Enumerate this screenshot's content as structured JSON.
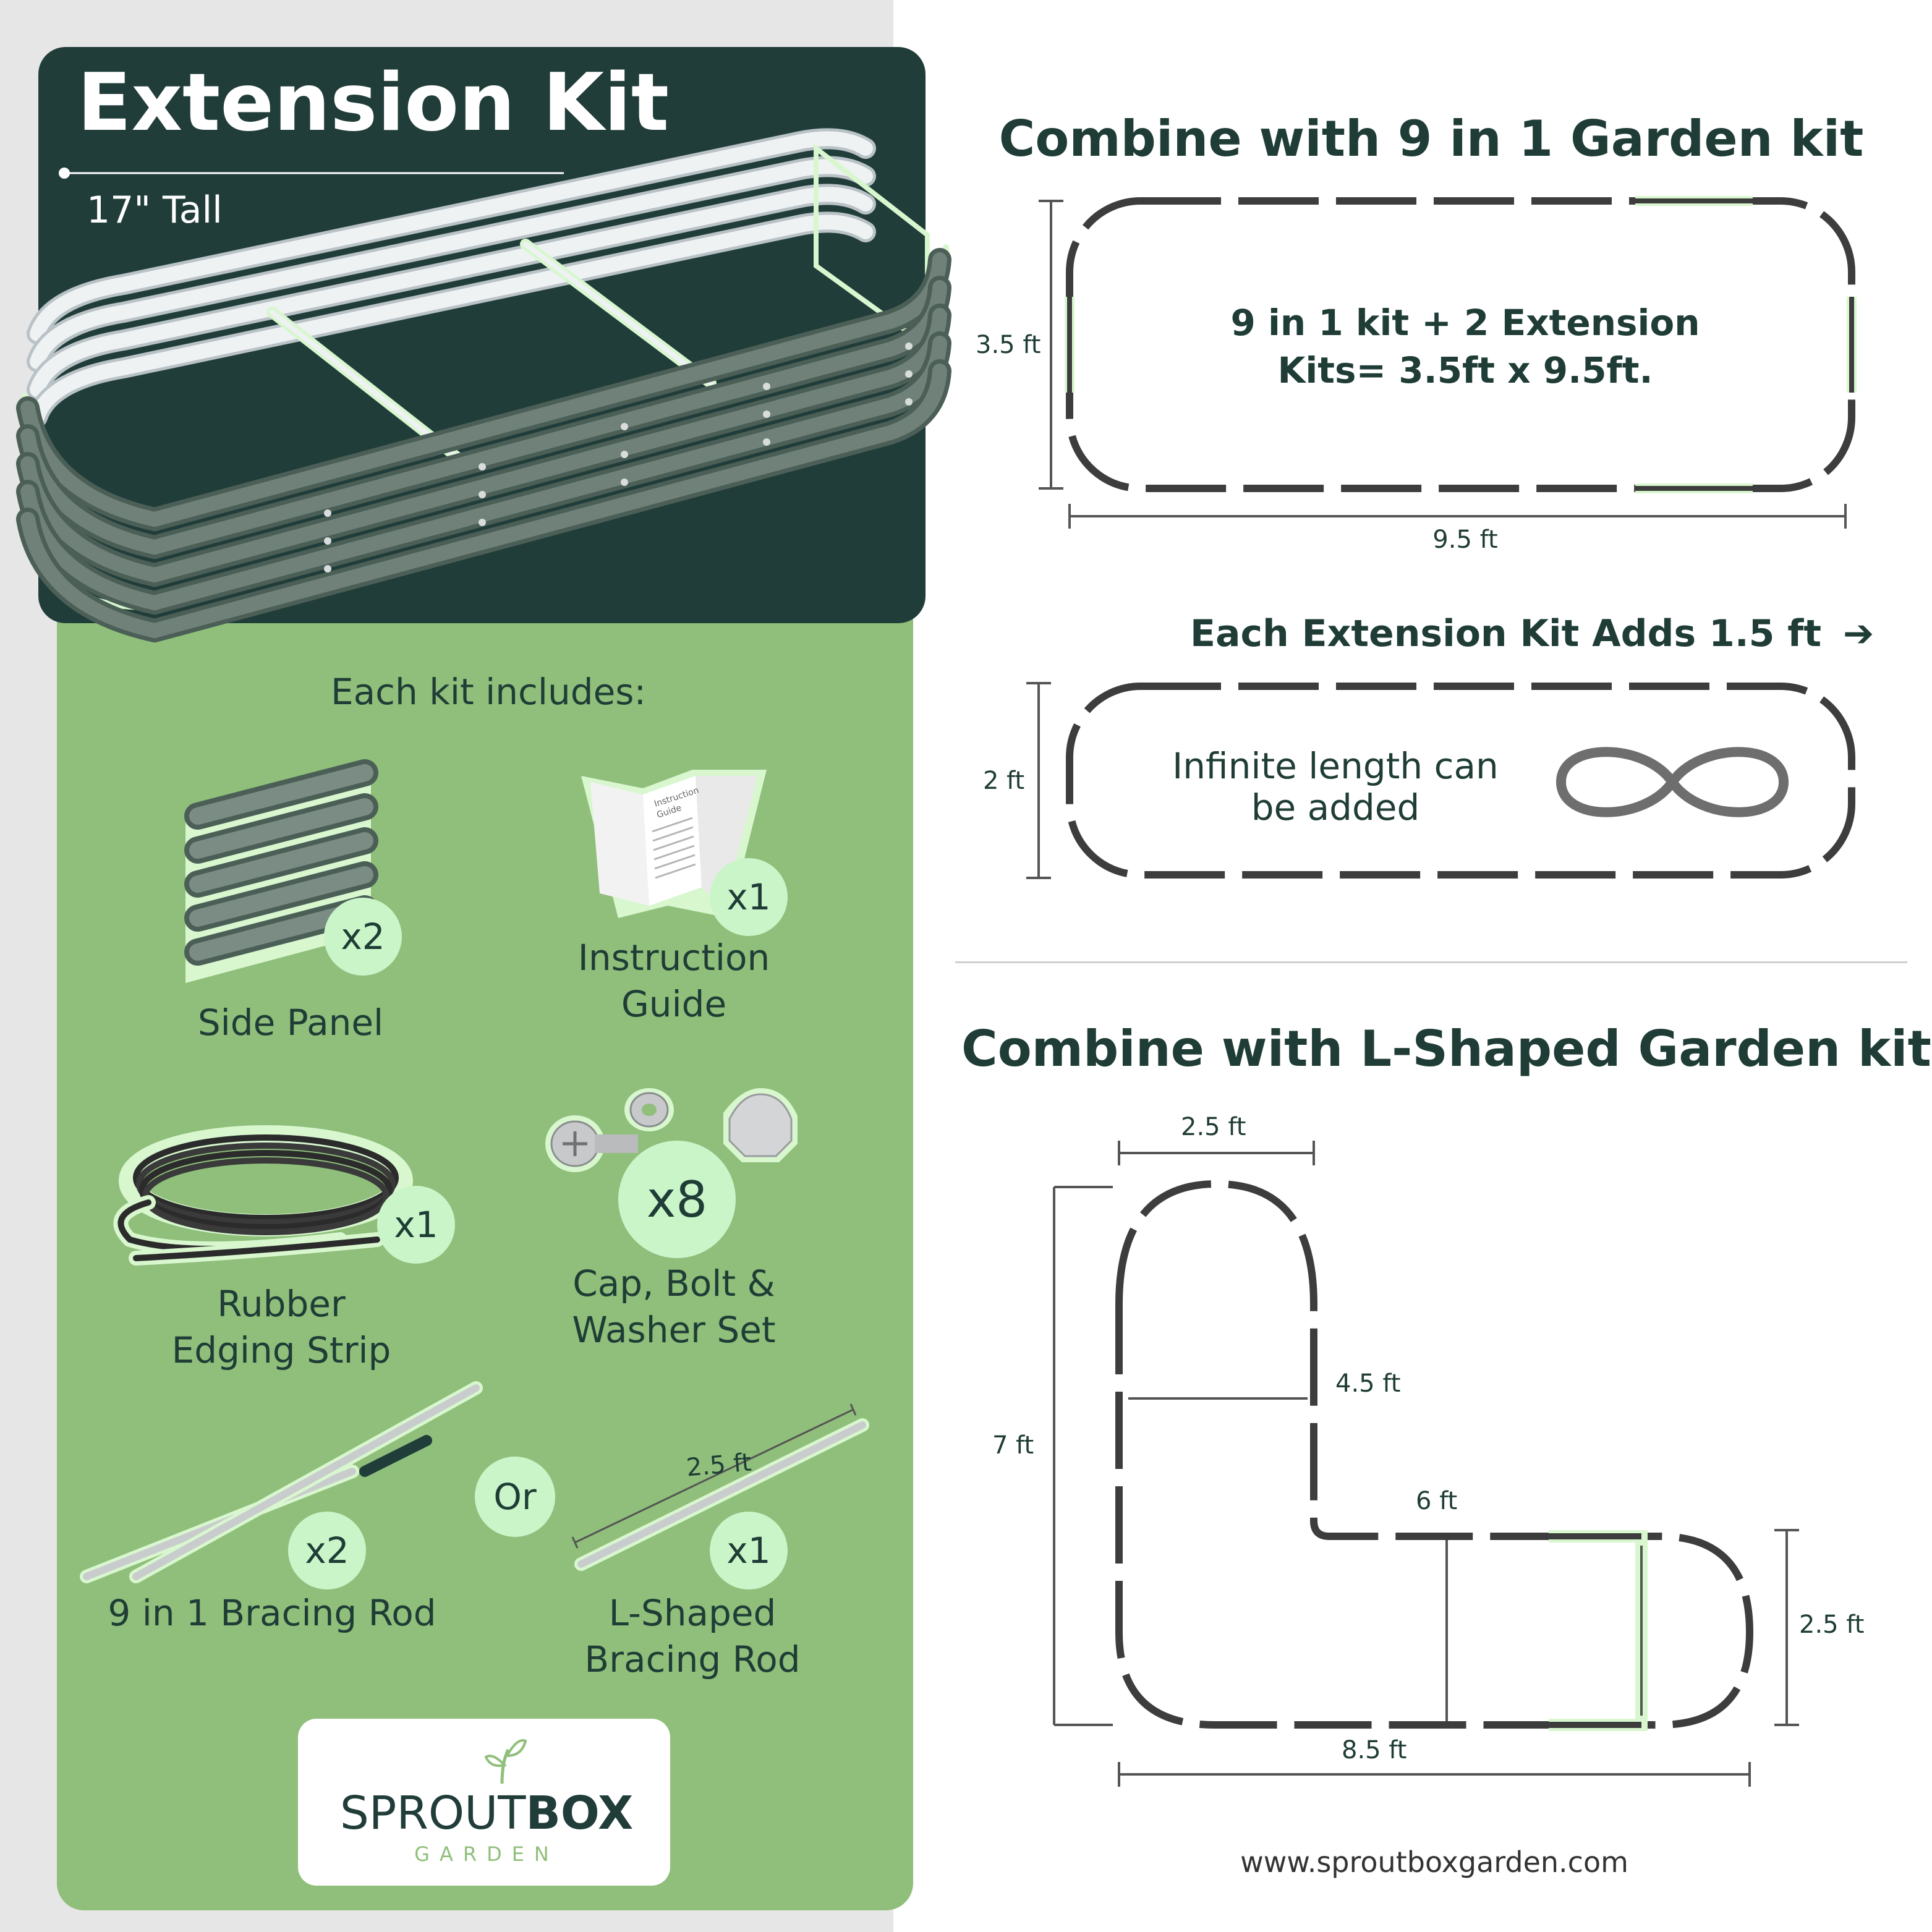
{
  "header": {
    "title": "Extension Kit",
    "subtitle": "17\" Tall"
  },
  "kit": {
    "includes_label": "Each kit includes:",
    "items": [
      {
        "label_line1": "Side Panel",
        "label_line2": "",
        "qty": "x2"
      },
      {
        "label_line1": "Instruction",
        "label_line2": "Guide",
        "qty": "x1",
        "booklet_text_line1": "Instruction",
        "booklet_text_line2": "Guide"
      },
      {
        "label_line1": "Rubber",
        "label_line2": "Edging Strip",
        "qty": "x1"
      },
      {
        "label_line1": "Cap, Bolt &",
        "label_line2": "Washer Set",
        "qty": "x8"
      },
      {
        "label_line1": "9 in 1 Bracing Rod",
        "label_line2": "",
        "qty": "x2"
      },
      {
        "label_line1": "L-Shaped",
        "label_line2": "Bracing Rod",
        "qty": "x1",
        "dimension": "2.5 ft"
      }
    ],
    "or_label": "Or"
  },
  "logo": {
    "wordmark_light": "SPROUT",
    "wordmark_bold": "BOX",
    "tagline": "GARDEN"
  },
  "section1": {
    "title": "Combine with 9 in 1 Garden kit",
    "center_line1": "9 in 1 kit + 2 Extension",
    "center_line2": "Kits= 3.5ft x 9.5ft.",
    "height_label": "3.5 ft",
    "width_label": "9.5 ft"
  },
  "section2": {
    "title": "Each Extension Kit Adds 1.5 ft",
    "arrow": "➔",
    "center_line1": "Infinite length can",
    "center_line2": "be added",
    "height_label": "2 ft"
  },
  "section3": {
    "title": "Combine with L-Shaped Garden kit",
    "labels": {
      "top_width": "2.5 ft",
      "inner_height": "4.5 ft",
      "total_height": "7 ft",
      "arm_length": "6 ft",
      "arm_height": "2.5 ft",
      "bottom_width": "8.5 ft"
    }
  },
  "footer": {
    "url": "www.sproutboxgarden.com"
  },
  "colors": {
    "dark_green": "#213d3a",
    "panel_green": "#8fbf7a",
    "mint": "#c9f5c9",
    "outline_gray": "#3d3d3d",
    "highlight": "#d8f7cf"
  }
}
